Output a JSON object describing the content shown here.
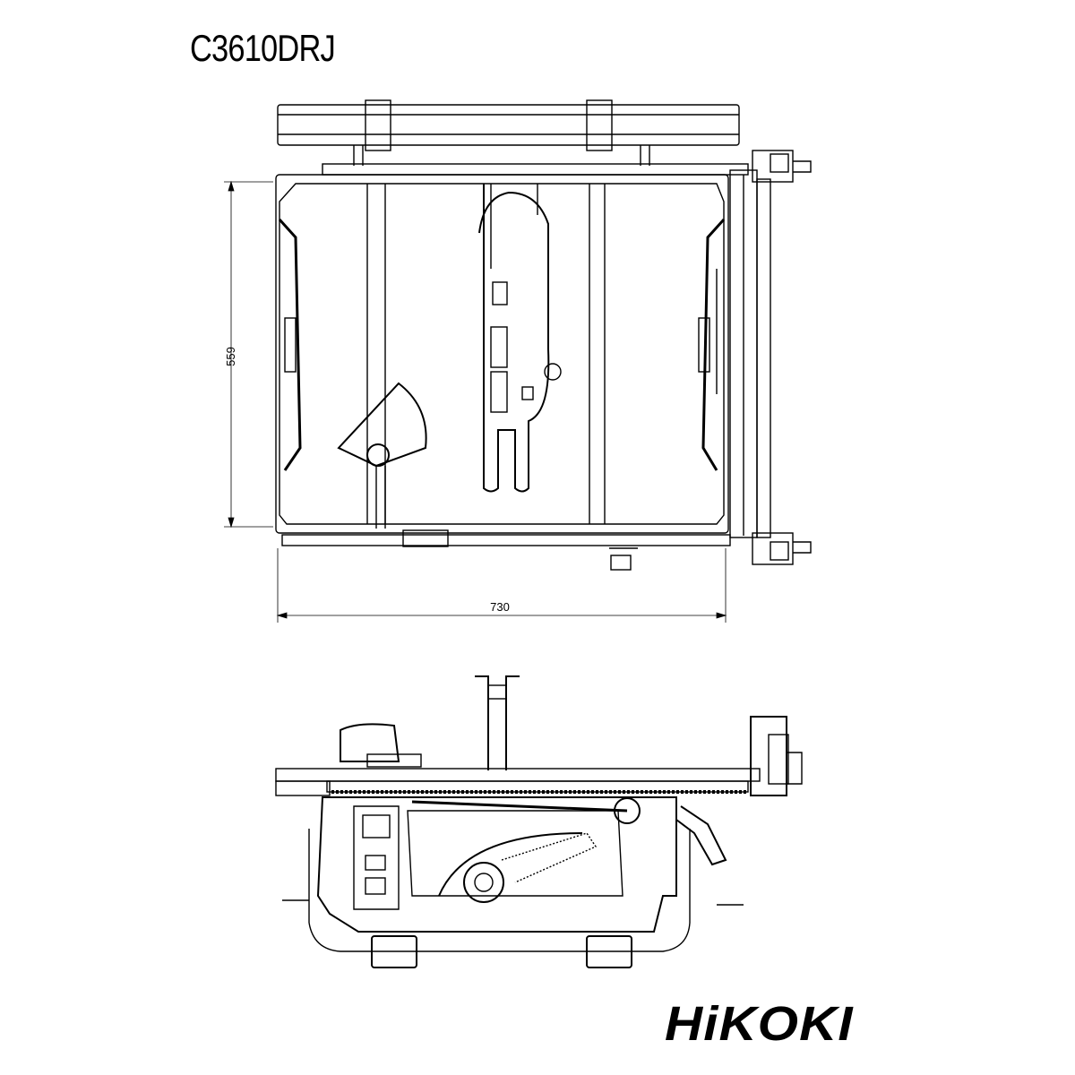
{
  "title": "C3610DRJ",
  "dimensions": {
    "depth_label": "559",
    "width_label": "730"
  },
  "logo": "HiKOKI",
  "colors": {
    "line": "#000000",
    "background": "#ffffff"
  }
}
